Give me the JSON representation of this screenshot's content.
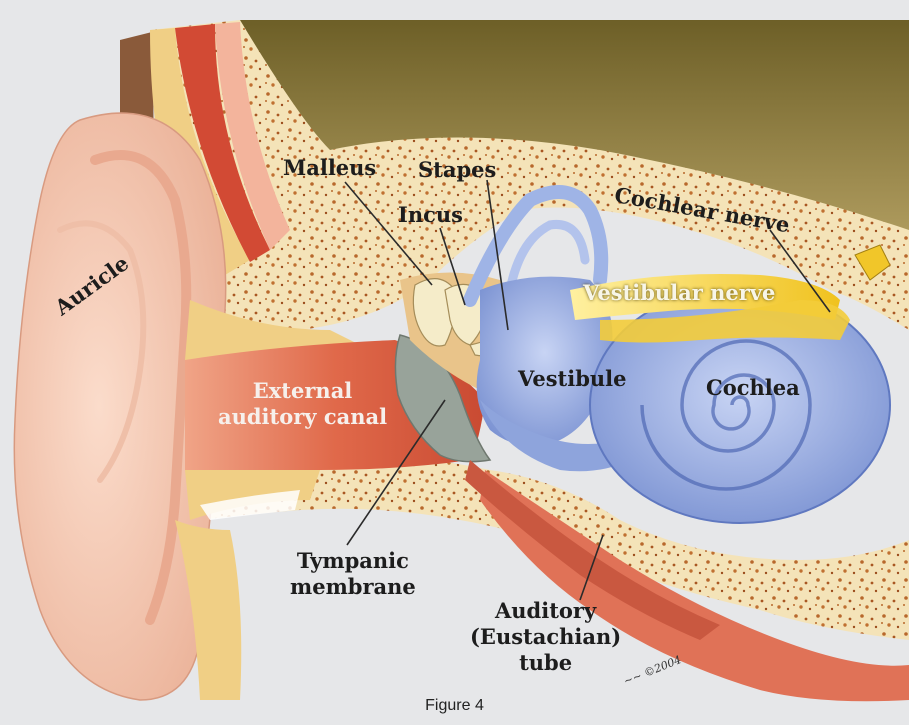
{
  "diagram": {
    "labels": {
      "malleus": "Malleus",
      "stapes": "Stapes",
      "incus": "Incus",
      "cochlear_nerve": "Cochlear nerve",
      "vestibular_nerve": "Vestibular nerve",
      "auricle": "Auricle",
      "external_canal": [
        "External",
        "auditory canal"
      ],
      "vestibule": "Vestibule",
      "cochlea": "Cochlea",
      "tympanic": [
        "Tympanic",
        "membrane"
      ],
      "auditory_tube": [
        "Auditory",
        "(Eustachian)",
        "tube"
      ]
    },
    "signature": "~~ ©2004",
    "caption": "Figure 4"
  },
  "colors": {
    "background": "#e6e7e9",
    "skin": "#f6c9b0",
    "bone": "#f2e2b6",
    "bone_speckle": "#b5642a",
    "muscle": "#d24a34",
    "canal": "#dd6a4a",
    "inner_ear": "#9fb4e6",
    "nerve": "#f1c629",
    "tympanic": "#9aa59a",
    "olive": "#8a7c3a"
  }
}
